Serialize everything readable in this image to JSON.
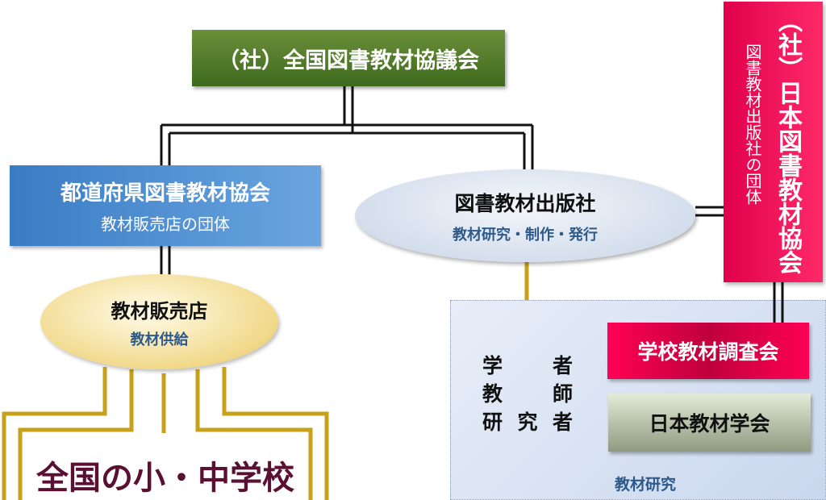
{
  "national_council": "（社）全国図書教材協議会",
  "prefectural_assoc": {
    "title": "都道府県図書教材協会",
    "subtitle": "教材販売店の団体"
  },
  "publisher": {
    "title": "図書教材出版社",
    "subtitle": "教材研究・制作・発行"
  },
  "japan_assoc": {
    "title": "（社）日本図書教材協会",
    "subtitle": "図書教材出版社の団体"
  },
  "retailer": {
    "title": "教材販売店",
    "subtitle": "教材供給"
  },
  "schools": "全国の小・中学校",
  "research": {
    "people": [
      [
        "学",
        "者"
      ],
      [
        "教",
        "師"
      ],
      [
        "研",
        "究",
        "者"
      ]
    ],
    "survey_council": "学校教材調査会",
    "academic_society": "日本教材学会",
    "label": "教材研究"
  },
  "colors": {
    "green": "#4f7a2a",
    "blue": "#4a8fd4",
    "pink": "#e8004f",
    "gold": "#c9a01a",
    "maroon": "#5a1032",
    "subtext_blue": "#2d5a8a"
  }
}
